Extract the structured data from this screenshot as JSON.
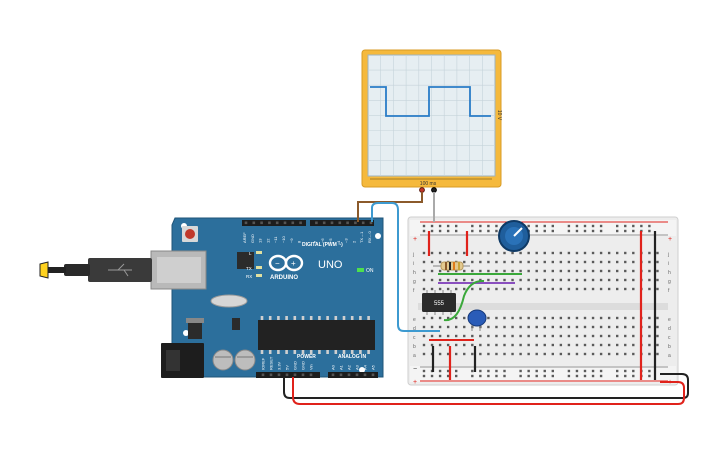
{
  "oscilloscope": {
    "time_per_div": "100 ms",
    "volts_per_div": "10 V"
  },
  "arduino": {
    "brand": "ARDUINO",
    "model": "UNO",
    "digital_label": "DIGITAL (PWM ~)",
    "power_label": "POWER",
    "analog_label": "ANALOG IN",
    "on_label": "ON",
    "tx_label": "TX",
    "rx_label": "RX",
    "l_label": "L",
    "icsp_label": "ICSP",
    "digital_pins": [
      "AREF",
      "GND",
      "13",
      "12",
      "~11",
      "~10",
      "~9",
      "8",
      "7",
      "~6",
      "~5",
      "4",
      "~3",
      "2",
      "TX→1",
      "RX←0"
    ],
    "power_pins": [
      "IOREF",
      "RESET",
      "3.3V",
      "5V",
      "GND",
      "GND",
      "Vin"
    ],
    "analog_pins": [
      "A0",
      "A1",
      "A2",
      "A3",
      "A4",
      "A5"
    ]
  },
  "timer_ic": {
    "label": "555"
  },
  "breadboard": {
    "row_letters_top": [
      "j",
      "i",
      "h",
      "g",
      "f"
    ],
    "row_letters_bottom": [
      "e",
      "d",
      "c",
      "b",
      "a"
    ],
    "plus": "+",
    "minus": "−"
  },
  "colors": {
    "board": "#2c6f9c",
    "wire_red": "#e0221b",
    "wire_black": "#222222",
    "wire_green": "#3aa83a",
    "wire_purple": "#8a4fbf",
    "wire_blue": "#3d9ad0",
    "wire_brown": "#8b5a2b",
    "scope_frame": "#f5b93c",
    "trace": "#2a7cc7"
  }
}
